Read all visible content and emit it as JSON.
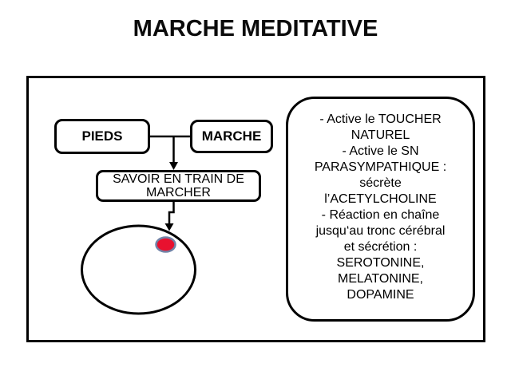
{
  "title": "MARCHE MEDITATIVE",
  "diagram": {
    "pieds_label": "PIEDS",
    "marche_label": "MARCHE",
    "savoir_label": "SAVOIR EN TRAIN DE MARCHER",
    "info_box_lines": [
      "- Active le TOUCHER",
      "NATUREL",
      "- Active le SN",
      "PARASYMPATHIQUE :",
      "sécrète",
      "l’ACETYLCHOLINE",
      "- Réaction en chaîne",
      "jusqu‘au tronc cérébral",
      "et sécrétion :",
      "SEROTONINE,",
      "MELATONINE,",
      "DOPAMINE"
    ],
    "colors": {
      "outline": "#000000",
      "dot_fill": "#e8112f",
      "dot_stroke": "#7283a7"
    }
  }
}
